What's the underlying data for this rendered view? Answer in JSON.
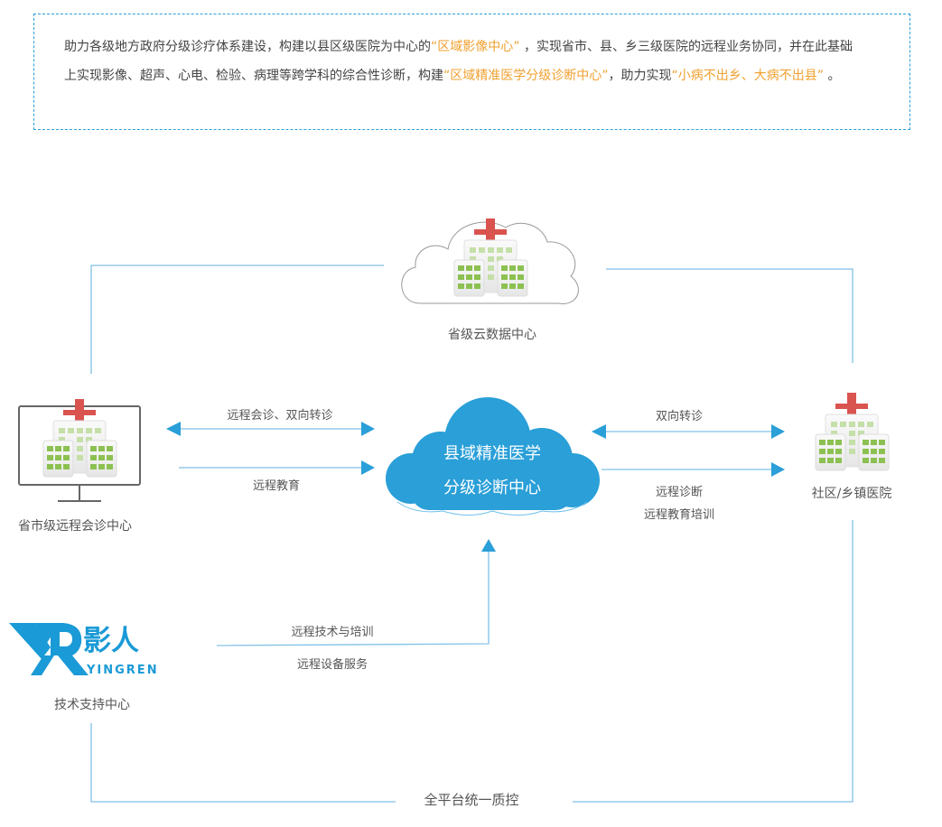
{
  "intro": {
    "segments": [
      {
        "text": "助力各级地方政府分级诊疗体系建设，构建以县区级医院为中心的",
        "highlight": false
      },
      {
        "text": "“区域影像中心”",
        "highlight": true
      },
      {
        "text": " ，实现省市、县、乡三级医院的远程业务协同，并在此基础上实现影像、超声、心电、检验、病理等跨学科的综合性诊断，构建",
        "highlight": false
      },
      {
        "text": "“区域精准医学分级诊断中心”",
        "highlight": true
      },
      {
        "text": "，助力实现",
        "highlight": false
      },
      {
        "text": "“小病不出乡、大病不出县”",
        "highlight": true
      },
      {
        "text": " 。",
        "highlight": false
      }
    ]
  },
  "colors": {
    "accent_blue": "#2a9fd8",
    "line_blue": "#7fc1e6",
    "highlight_orange": "#f0a030",
    "cross_red": "#d9534f",
    "window_green": "#8cc152"
  },
  "nodes": {
    "provincial_cloud": {
      "label": "省级云数据中心",
      "icon": "cloud-hospital-icon"
    },
    "city_center": {
      "label": "省市级远程会诊中心",
      "icon": "monitor-hospital-icon"
    },
    "county_center": {
      "line1": "县域精准医学",
      "line2": "分级诊断中心",
      "icon": "blue-cloud-icon"
    },
    "community_hospital": {
      "label": "社区/乡镇医院",
      "icon": "hospital-icon"
    },
    "tech_support": {
      "label": "技术支持中心",
      "icon": "yingren-logo",
      "logo_cn": "影人",
      "logo_en": "YINGREN"
    }
  },
  "edges": {
    "city_to_county_top": "远程会诊、双向转诊",
    "city_to_county_bottom": "远程教育",
    "county_to_community_top": "双向转诊",
    "county_to_community_bottom_1": "远程诊断",
    "county_to_community_bottom_2": "远程教育培训",
    "tech_to_county_top": "远程技术与培训",
    "tech_to_county_bottom": "远程设备服务",
    "quality_control": "全平台统一质控"
  }
}
